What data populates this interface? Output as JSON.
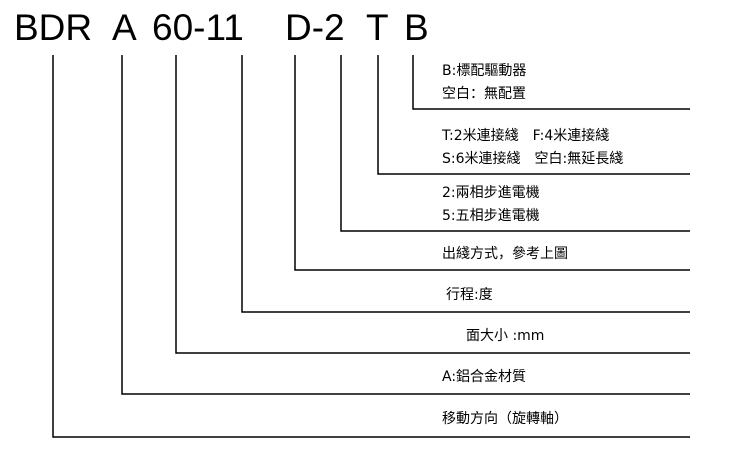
{
  "model_code": {
    "segments": [
      "BDR",
      "A",
      "60-11",
      "D-2",
      "T",
      "B"
    ]
  },
  "descriptions": [
    {
      "lines": [
        "B:標配驅動器",
        "空白：無配置"
      ]
    },
    {
      "lines": [
        "T:2米連接綫　F:4米連接綫",
        "S:6米連接綫　空白:無延長綫"
      ]
    },
    {
      "lines": [
        "2:兩相步進電機",
        "5:五相步進電機"
      ]
    },
    {
      "lines": [
        "出綫方式，參考上圖"
      ]
    },
    {
      "lines": [
        "行程:度"
      ]
    },
    {
      "lines": [
        "面大小 :mm"
      ]
    },
    {
      "lines": [
        "A:鋁合金材質"
      ]
    },
    {
      "lines": [
        "移動方向（旋轉軸）"
      ]
    }
  ],
  "colors": {
    "line": "#000000",
    "text": "#000000",
    "background": "#ffffff"
  }
}
